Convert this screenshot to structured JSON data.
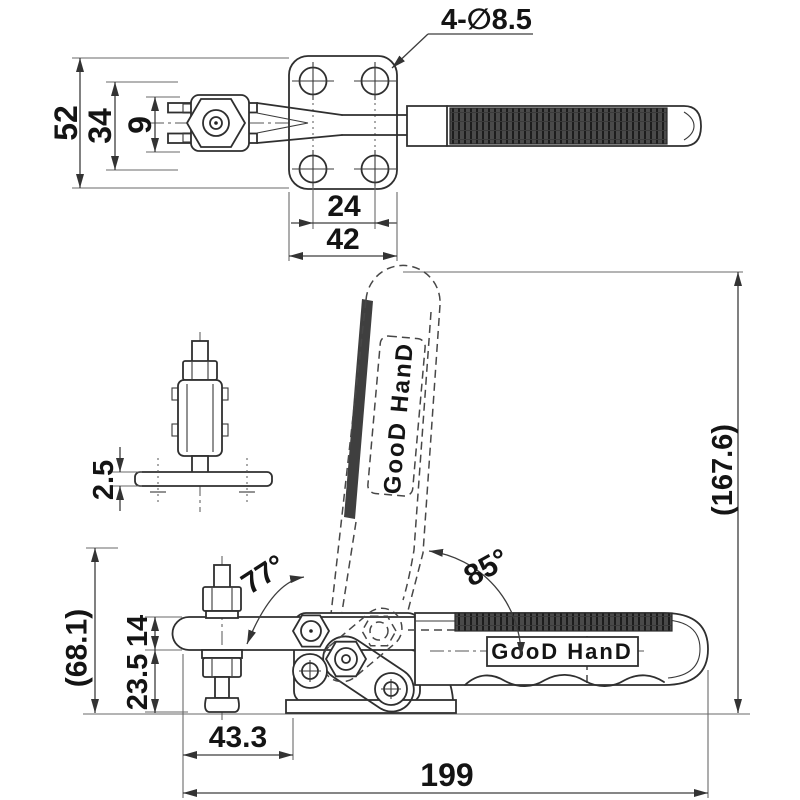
{
  "drawing": {
    "title": "vertical-handle-toggle-clamp-engineering-drawing",
    "brand": "GooD HanD",
    "dims": {
      "overall_width": "52",
      "mounting_width": "34",
      "slot_width": "9",
      "hole_spacing": "24",
      "plate_length": "42",
      "hole_callout": "4-∅8.5",
      "pad_thickness": "2.5",
      "opening_angle": "77°",
      "handle_angle": "85°",
      "open_height": "(167.6)",
      "closed_height": "(68.1)",
      "arm_thickness": "14",
      "arm_to_base": "23.5",
      "spindle_to_base": "43.3",
      "overall_length": "199"
    }
  }
}
